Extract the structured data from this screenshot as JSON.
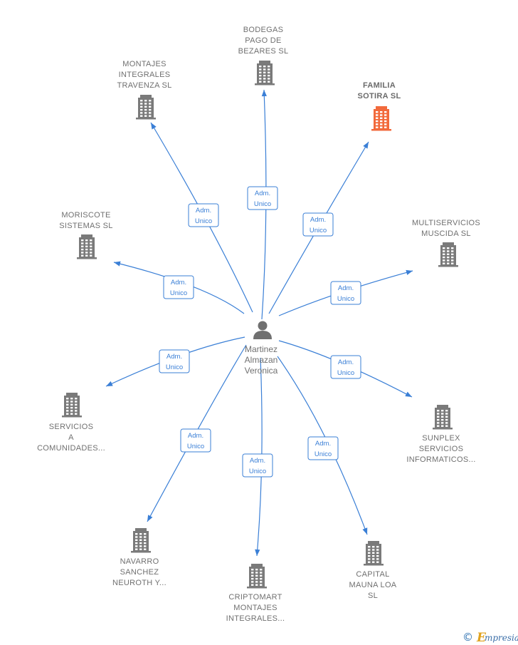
{
  "center": {
    "icon": "person-icon",
    "label_lines": [
      "Martinez",
      "Almazan",
      "Veronica"
    ]
  },
  "role_label_lines": [
    "Adm.",
    "Unico"
  ],
  "colors": {
    "edge": "#3a7fd6",
    "building": "#7a7a7a",
    "highlight": "#f26a3c"
  },
  "companies": [
    {
      "id": "bodegas",
      "label_lines": [
        "BODEGAS",
        "PAGO DE",
        "BEZARES  SL"
      ],
      "highlight": false
    },
    {
      "id": "montajes",
      "label_lines": [
        "MONTAJES",
        "INTEGRALES",
        "TRAVENZA  SL"
      ],
      "highlight": false
    },
    {
      "id": "familia",
      "label_lines": [
        "FAMILIA",
        "SOTIRA  SL"
      ],
      "highlight": true
    },
    {
      "id": "moriscote",
      "label_lines": [
        "MORISCOTE",
        "SISTEMAS  SL"
      ],
      "highlight": false
    },
    {
      "id": "multiservicios",
      "label_lines": [
        "MULTISERVICIOS",
        "MUSCIDA  SL"
      ],
      "highlight": false
    },
    {
      "id": "servicios",
      "label_lines": [
        "SERVICIOS",
        "A",
        "COMUNIDADES..."
      ],
      "highlight": false
    },
    {
      "id": "sunplex",
      "label_lines": [
        "SUNPLEX",
        "SERVICIOS",
        "INFORMATICOS..."
      ],
      "highlight": false
    },
    {
      "id": "navarro",
      "label_lines": [
        "NAVARRO",
        "SANCHEZ",
        "NEUROTH Y..."
      ],
      "highlight": false
    },
    {
      "id": "criptomart",
      "label_lines": [
        "CRIPTOMART",
        "MONTAJES",
        "INTEGRALES..."
      ],
      "highlight": false
    },
    {
      "id": "capital",
      "label_lines": [
        "CAPITAL",
        "MAUNA LOA",
        "SL"
      ],
      "highlight": false
    }
  ],
  "watermark": {
    "copyright": "©",
    "brand_initial": "E",
    "brand_rest": "mpresia"
  }
}
